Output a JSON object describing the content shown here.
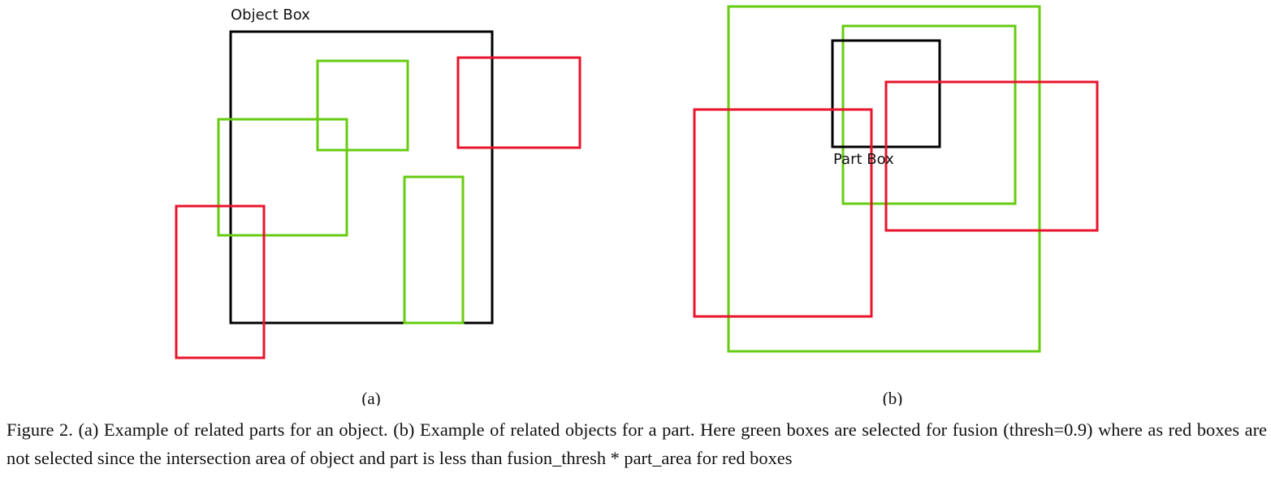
{
  "colors": {
    "object_box": "#000000",
    "part_box": "#000000",
    "selected": "#66cc11",
    "not_selected": "#e8142c"
  },
  "panel_a": {
    "label": "(a)",
    "box_label": "Object Box"
  },
  "panel_b": {
    "label": "(b)",
    "box_label": "Part Box"
  },
  "caption": "Figure 2. (a) Example of related parts for an object. (b) Example of related objects for a part. Here green boxes are selected for fusion (thresh=0.9) where as red boxes are not selected since the intersection area of object and part is less than fusion_thresh * part_area for red boxes"
}
